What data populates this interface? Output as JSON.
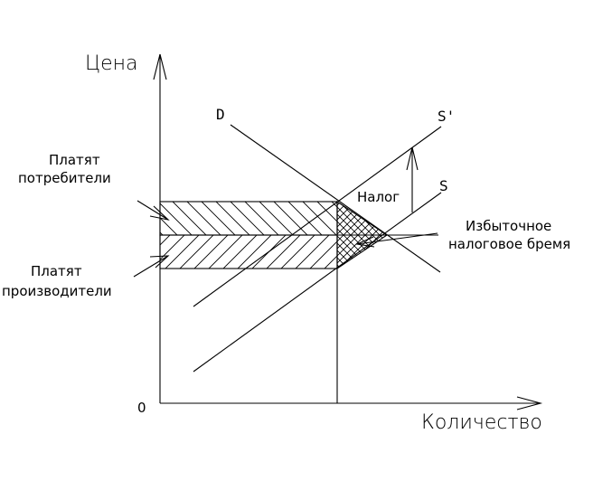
{
  "axes": {
    "y_label": "Цена",
    "x_label": "Количество",
    "origin_label": "0"
  },
  "curves": {
    "demand": "D",
    "supply": "S",
    "supply_after_tax": "S'"
  },
  "annotations": {
    "tax": "Налог",
    "consumers_pay_line1": "Платят",
    "consumers_pay_line2": "потребители",
    "producers_pay_line1": "Платят",
    "producers_pay_line2": "производители",
    "deadweight_line1": "Избыточное",
    "deadweight_line2": "налоговое бремя"
  },
  "colors": {
    "ink": "#000000",
    "background": "#ffffff"
  }
}
